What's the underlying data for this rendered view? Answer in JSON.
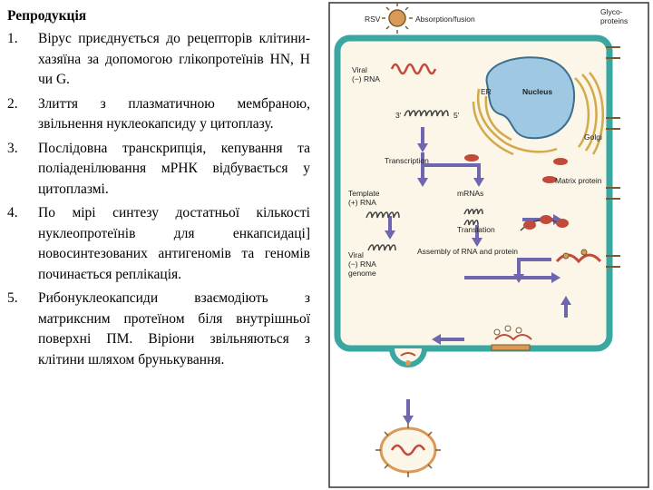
{
  "heading": "Репродукція",
  "steps": [
    {
      "num": "1.",
      "text": "Вірус приєднується до рецепторів клітини-хазяїна за допомогою глікопротеїнів HN, H чи G."
    },
    {
      "num": "2.",
      "text": "Злиття з плазматичною мембраною, звільнення нуклеокапсиду у цитоплазу."
    },
    {
      "num": "3.",
      "text": "Послідовна транскрипція, кепування та поліаденілювання мРНК відбувається у цитоплазмі."
    },
    {
      "num": "4.",
      "text": "По мірі синтезу достатньої кількості нуклеопротеїнів для енкапсидаці] новосинтезованих антигеномів та геномів починається реплікація."
    },
    {
      "num": "5.",
      "text": "Рибонуклеокапсиди взаємодіють з матриксним протеїном біля внутрішньої поверхні ПМ. Віріони звільняються з клітини шляхом брунькування."
    }
  ],
  "figure": {
    "rsv": "RSV",
    "absorption": "Absorption/fusion",
    "glyco1": "Glyco-",
    "glyco2": "proteins",
    "viral_rna1": "Viral",
    "viral_rna2": "(−) RNA",
    "three_prime": "3'",
    "five_prime": "5'",
    "er": "ER",
    "nucleus": "Nucleus",
    "golgi": "Golgi",
    "transcription": "Transcription",
    "matrix": "Matrix protein",
    "template1": "Template",
    "template2": "(+) RNA",
    "mrnas": "mRNAs",
    "translation": "Translation",
    "assembly": "Assembly of RNA and protein",
    "genome1": "Viral",
    "genome2": "(−) RNA",
    "genome3": "genome"
  }
}
